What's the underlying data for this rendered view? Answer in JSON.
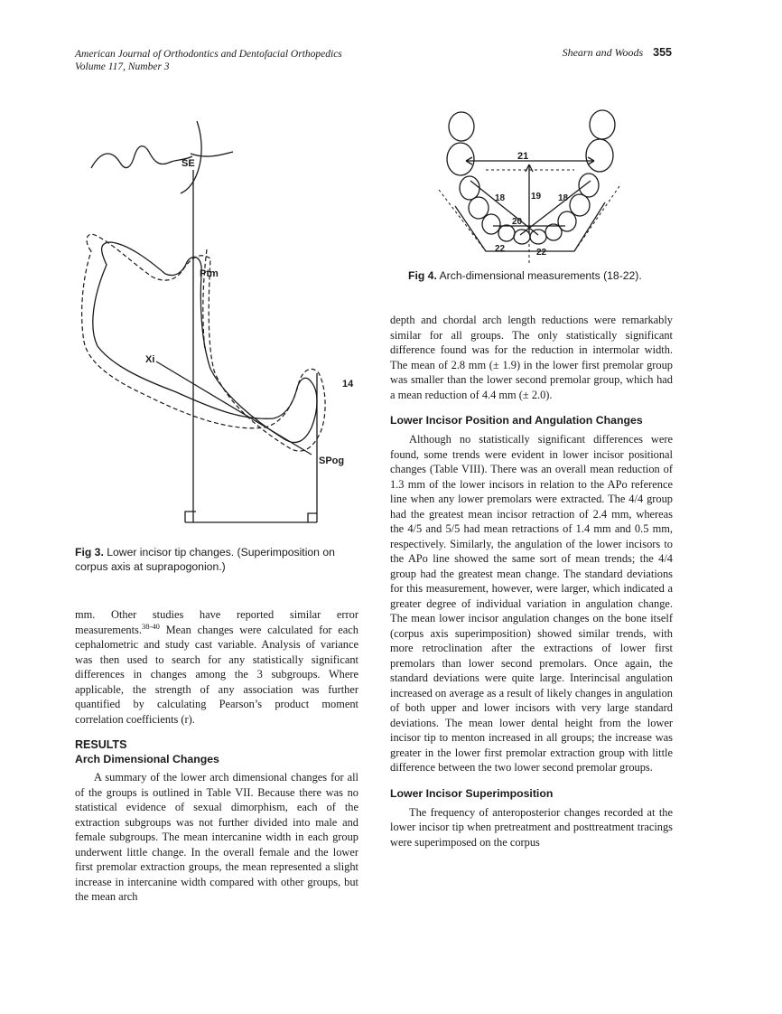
{
  "header": {
    "journal": "American Journal of Orthodontics and Dentofacial Orthopedics",
    "volume": "Volume 117, Number 3",
    "authors": "Shearn and Woods",
    "page_number": "355"
  },
  "figure3": {
    "labels": {
      "se": "SE",
      "ptm": "Ptm",
      "xi": "Xi",
      "n14": "14",
      "spog": "SPog"
    },
    "caption_label": "Fig 3.",
    "caption_text": "Lower incisor tip changes. (Superimposition on corpus axis at suprapogonion.)"
  },
  "figure4": {
    "labels": {
      "n21": "21",
      "n18a": "18",
      "n19": "19",
      "n18b": "18",
      "n20": "20",
      "n22a": "22",
      "n22b": "22"
    },
    "caption_label": "Fig 4.",
    "caption_text": "Arch-dimensional measurements (18-22)."
  },
  "left_column": {
    "p1": "mm. Other studies have reported similar error measurements.",
    "p1_sup": "38-40",
    "p1_rest": " Mean changes were calculated for each cephalometric and study cast variable. Analysis of variance was then used to search for any statistically significant differences in changes among the 3 subgroups. Where applicable, the strength of any association was further quantified by calculating Pearson’s product moment correlation coefficients (r).",
    "h_results": "RESULTS",
    "h_arch": "Arch Dimensional Changes",
    "p2": "A summary of the lower arch dimensional changes for all of the groups is outlined in Table VII. Because there was no statistical evidence of sexual dimorphism, each of the extraction subgroups was not further divided into male and female subgroups. The mean intercanine width in each group underwent little change. In the overall female and the lower first premolar extraction groups, the mean represented a slight increase in intercanine width compared with other groups, but the mean arch"
  },
  "right_column": {
    "p1": "depth and chordal arch length reductions were remarkably similar for all groups. The only statistically significant difference found was for the reduction in intermolar width. The mean of 2.8 mm (± 1.9) in the lower first premolar group was smaller than the lower second premolar group, which had a mean reduction of 4.4 mm (± 2.0).",
    "h_incisor": "Lower Incisor Position and Angulation Changes",
    "p2": "Although no statistically significant differences were found, some trends were evident in lower incisor positional changes (Table VIII). There was an overall mean reduction of 1.3 mm of the lower incisors in relation to the APo reference line when any lower premolars were extracted. The 4/4 group had the greatest mean incisor retraction of 2.4 mm, whereas the 4/5 and 5/5 had mean retractions of 1.4 mm and 0.5 mm, respectively. Similarly, the angulation of the lower incisors to the APo line showed the same sort of mean trends; the 4/4 group had the greatest mean change. The standard deviations for this measurement, however, were larger, which indicated a greater degree of individual variation in angulation change. The mean lower incisor angulation changes on the bone itself (corpus axis superimposition) showed similar trends, with more retroclination after the extractions of lower first premolars than lower second premolars. Once again, the standard deviations were quite large. Interincisal angulation increased on average as a result of likely changes in angulation of both upper and lower incisors with very large standard deviations. The mean lower dental height from the lower incisor tip to menton increased in all groups; the increase was greater in the lower first premolar extraction group with little difference between the two lower second premolar groups.",
    "h_super": "Lower Incisor Superimposition",
    "p3": "The frequency of anteroposterior changes recorded at the lower incisor tip when pretreatment and posttreatment tracings were superimposed on the corpus"
  }
}
